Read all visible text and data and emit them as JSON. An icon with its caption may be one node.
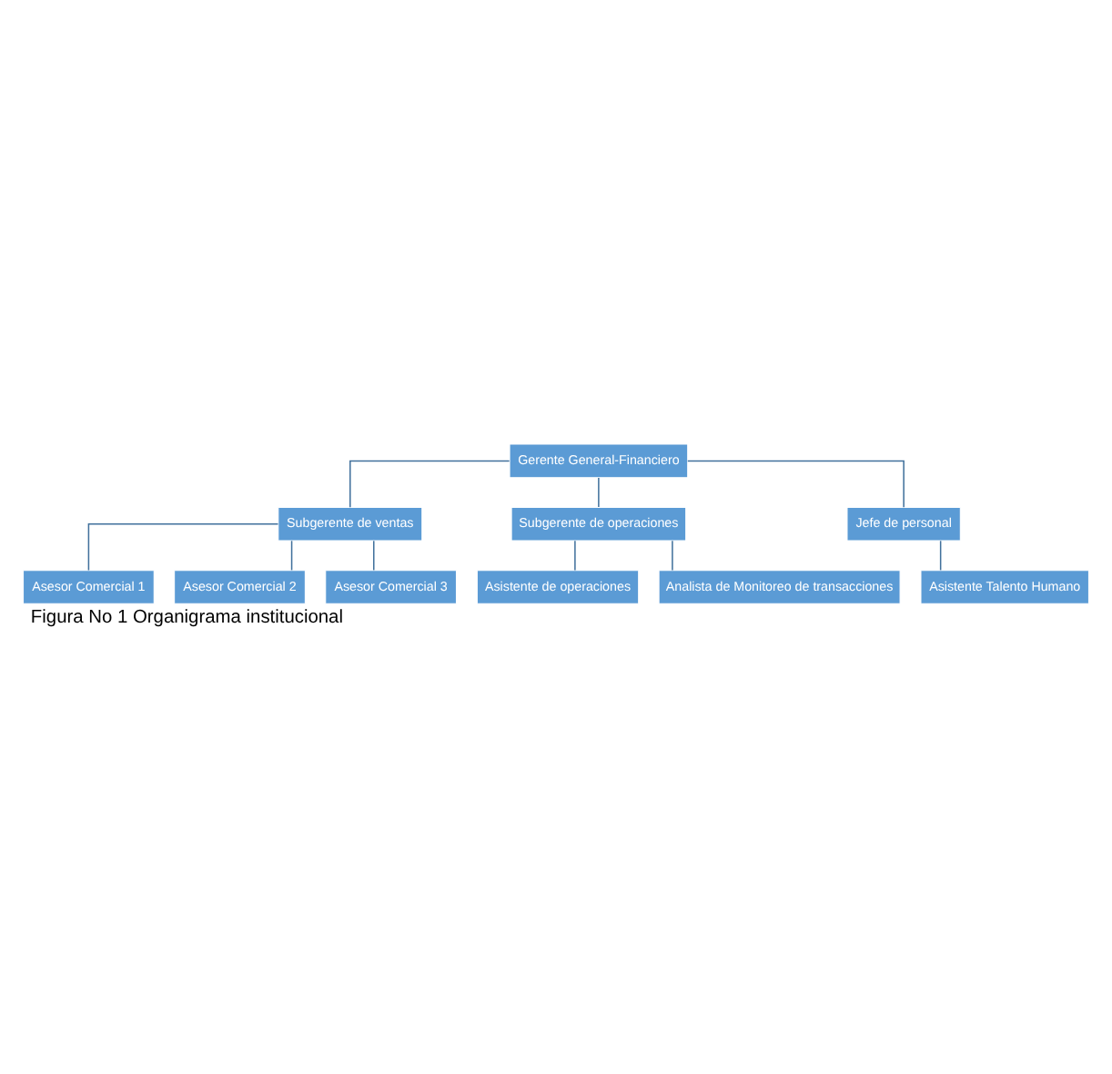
{
  "diagram": {
    "caption": "Figura No 1 Organigrama institucional",
    "nodes": [
      {
        "text": [
          "Gerente General-Financiero"
        ]
      },
      {
        "text": [
          "Subgerente de ventas"
        ]
      },
      {
        "text": [
          "Subgerente de operaciones"
        ]
      },
      {
        "text": [
          "Jefe de personal"
        ]
      },
      {
        "text": [
          "Asesor Comercial 1"
        ]
      },
      {
        "text": [
          "Asesor Comercial 2"
        ]
      },
      {
        "text": [
          "Asesor Comercial 3"
        ]
      },
      {
        "text": [
          "Asistente de operaciones"
        ]
      },
      {
        "text": [
          "Analista de Monitoreo de transacciones"
        ]
      },
      {
        "text": [
          "Asistente Talento Humano"
        ]
      }
    ],
    "edges": [
      {
        "from": 0,
        "to": 1,
        "arrow": "none"
      },
      {
        "from": 0,
        "to": 2,
        "arrow": "none"
      },
      {
        "from": 0,
        "to": 3,
        "arrow": "none"
      },
      {
        "from": 1,
        "to": 4,
        "arrow": "none"
      },
      {
        "from": 1,
        "to": 5,
        "arrow": "none"
      },
      {
        "from": 1,
        "to": 6,
        "arrow": "none"
      },
      {
        "from": 2,
        "to": 7,
        "arrow": "none"
      },
      {
        "from": 2,
        "to": 8,
        "arrow": "none"
      },
      {
        "from": 3,
        "to": 9,
        "arrow": "none"
      }
    ]
  }
}
